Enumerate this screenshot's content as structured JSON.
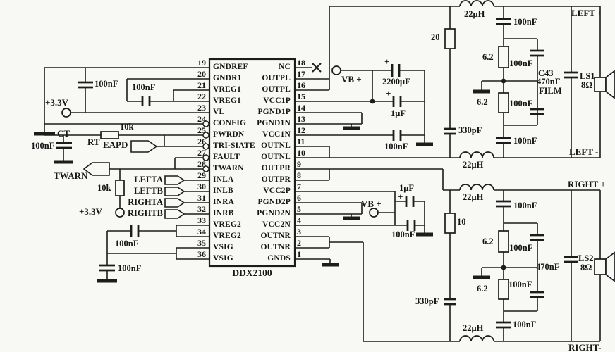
{
  "ic": {
    "name": "DDX2100",
    "left_pins": [
      {
        "num": "19",
        "name": "GNDREF"
      },
      {
        "num": "20",
        "name": "GNDR1"
      },
      {
        "num": "21",
        "name": "VREG1"
      },
      {
        "num": "22",
        "name": "VREG1"
      },
      {
        "num": "23",
        "name": "VL"
      },
      {
        "num": "24",
        "name": "CONFIG"
      },
      {
        "num": "25",
        "name": "PWRDN"
      },
      {
        "num": "26",
        "name": "TRI-SIATE"
      },
      {
        "num": "27",
        "name": "FAULT"
      },
      {
        "num": "28",
        "name": "TWARN"
      },
      {
        "num": "29",
        "name": "INLA"
      },
      {
        "num": "30",
        "name": "INLB"
      },
      {
        "num": "31",
        "name": "INRA"
      },
      {
        "num": "32",
        "name": "INRB"
      },
      {
        "num": "33",
        "name": "VREG2"
      },
      {
        "num": "34",
        "name": "VREG2"
      },
      {
        "num": "35",
        "name": "VSIG"
      },
      {
        "num": "36",
        "name": "VSIG"
      }
    ],
    "right_pins": [
      {
        "num": "18",
        "name": "NC"
      },
      {
        "num": "17",
        "name": "OUTPL"
      },
      {
        "num": "16",
        "name": "OUTPL"
      },
      {
        "num": "15",
        "name": "VCC1P"
      },
      {
        "num": "14",
        "name": "PGND1P"
      },
      {
        "num": "13",
        "name": "PGND1N"
      },
      {
        "num": "12",
        "name": "VCC1N"
      },
      {
        "num": "11",
        "name": "OUTNL"
      },
      {
        "num": "10",
        "name": "OUTNL"
      },
      {
        "num": "9",
        "name": "OUTPR"
      },
      {
        "num": "8",
        "name": "OUTPR"
      },
      {
        "num": "7",
        "name": "VCC2P"
      },
      {
        "num": "6",
        "name": "PGND2P"
      },
      {
        "num": "5",
        "name": "PGND2N"
      },
      {
        "num": "4",
        "name": "VCC2N"
      },
      {
        "num": "3",
        "name": "OUTNR"
      },
      {
        "num": "2",
        "name": "OUTNR"
      },
      {
        "num": "1",
        "name": "GNDS"
      }
    ]
  },
  "labels": {
    "c_gndref": "100nF",
    "c_vreg1": "100nF",
    "v33_top": "+3.3V",
    "ct": "CT",
    "c_ct": "100nF",
    "r_rt": "10k",
    "rt": "RT",
    "eapd": "EAPD",
    "twarn": "TWARN",
    "r_pullup": "10k",
    "v33_bottom": "+3.3V",
    "in1": "LEFTA",
    "in2": "LEFTB",
    "in3": "RIGHTA",
    "in4": "RIGHTB",
    "c_vreg2": "100nF",
    "c_vsig": "100nF",
    "vb1": "VB +",
    "plus": "+",
    "c_bulk": "2200μF",
    "c_1uf_l": "1μF",
    "c_100nf_l": "100nF",
    "vb2": "VB +",
    "c_1uf_r": "1μF",
    "c_100nf_r": "100nF",
    "r_snub_l": "20",
    "c_snub_l": "330pF",
    "r_snub_r": "10",
    "c_snub_r": "330pF",
    "l1": "22μH",
    "l2": "22μH",
    "l3": "22μH",
    "l4": "22μH",
    "lc": {
      "c1": "100nF",
      "r1": "6.2",
      "c2": "100nF",
      "r2": "6.2",
      "c3": "100nF",
      "c4": "100nF"
    },
    "rc": {
      "c1": "100nF",
      "r1": "6.2",
      "c2": "100nF",
      "r2": "6.2",
      "c3": "100nF",
      "c4": "100nF"
    },
    "film_ref": "C43",
    "film_val": "470nF",
    "film_type": "FILM",
    "film_val_r": "470nF",
    "ls1": "LS1",
    "ls1_imp": "8Ω",
    "ls2": "LS2",
    "ls2_imp": "8Ω",
    "left_pos": "LEFT +",
    "left_neg": "LEFT -",
    "right_pos": "RIGHT +",
    "right_neg": "RIGHT-"
  }
}
